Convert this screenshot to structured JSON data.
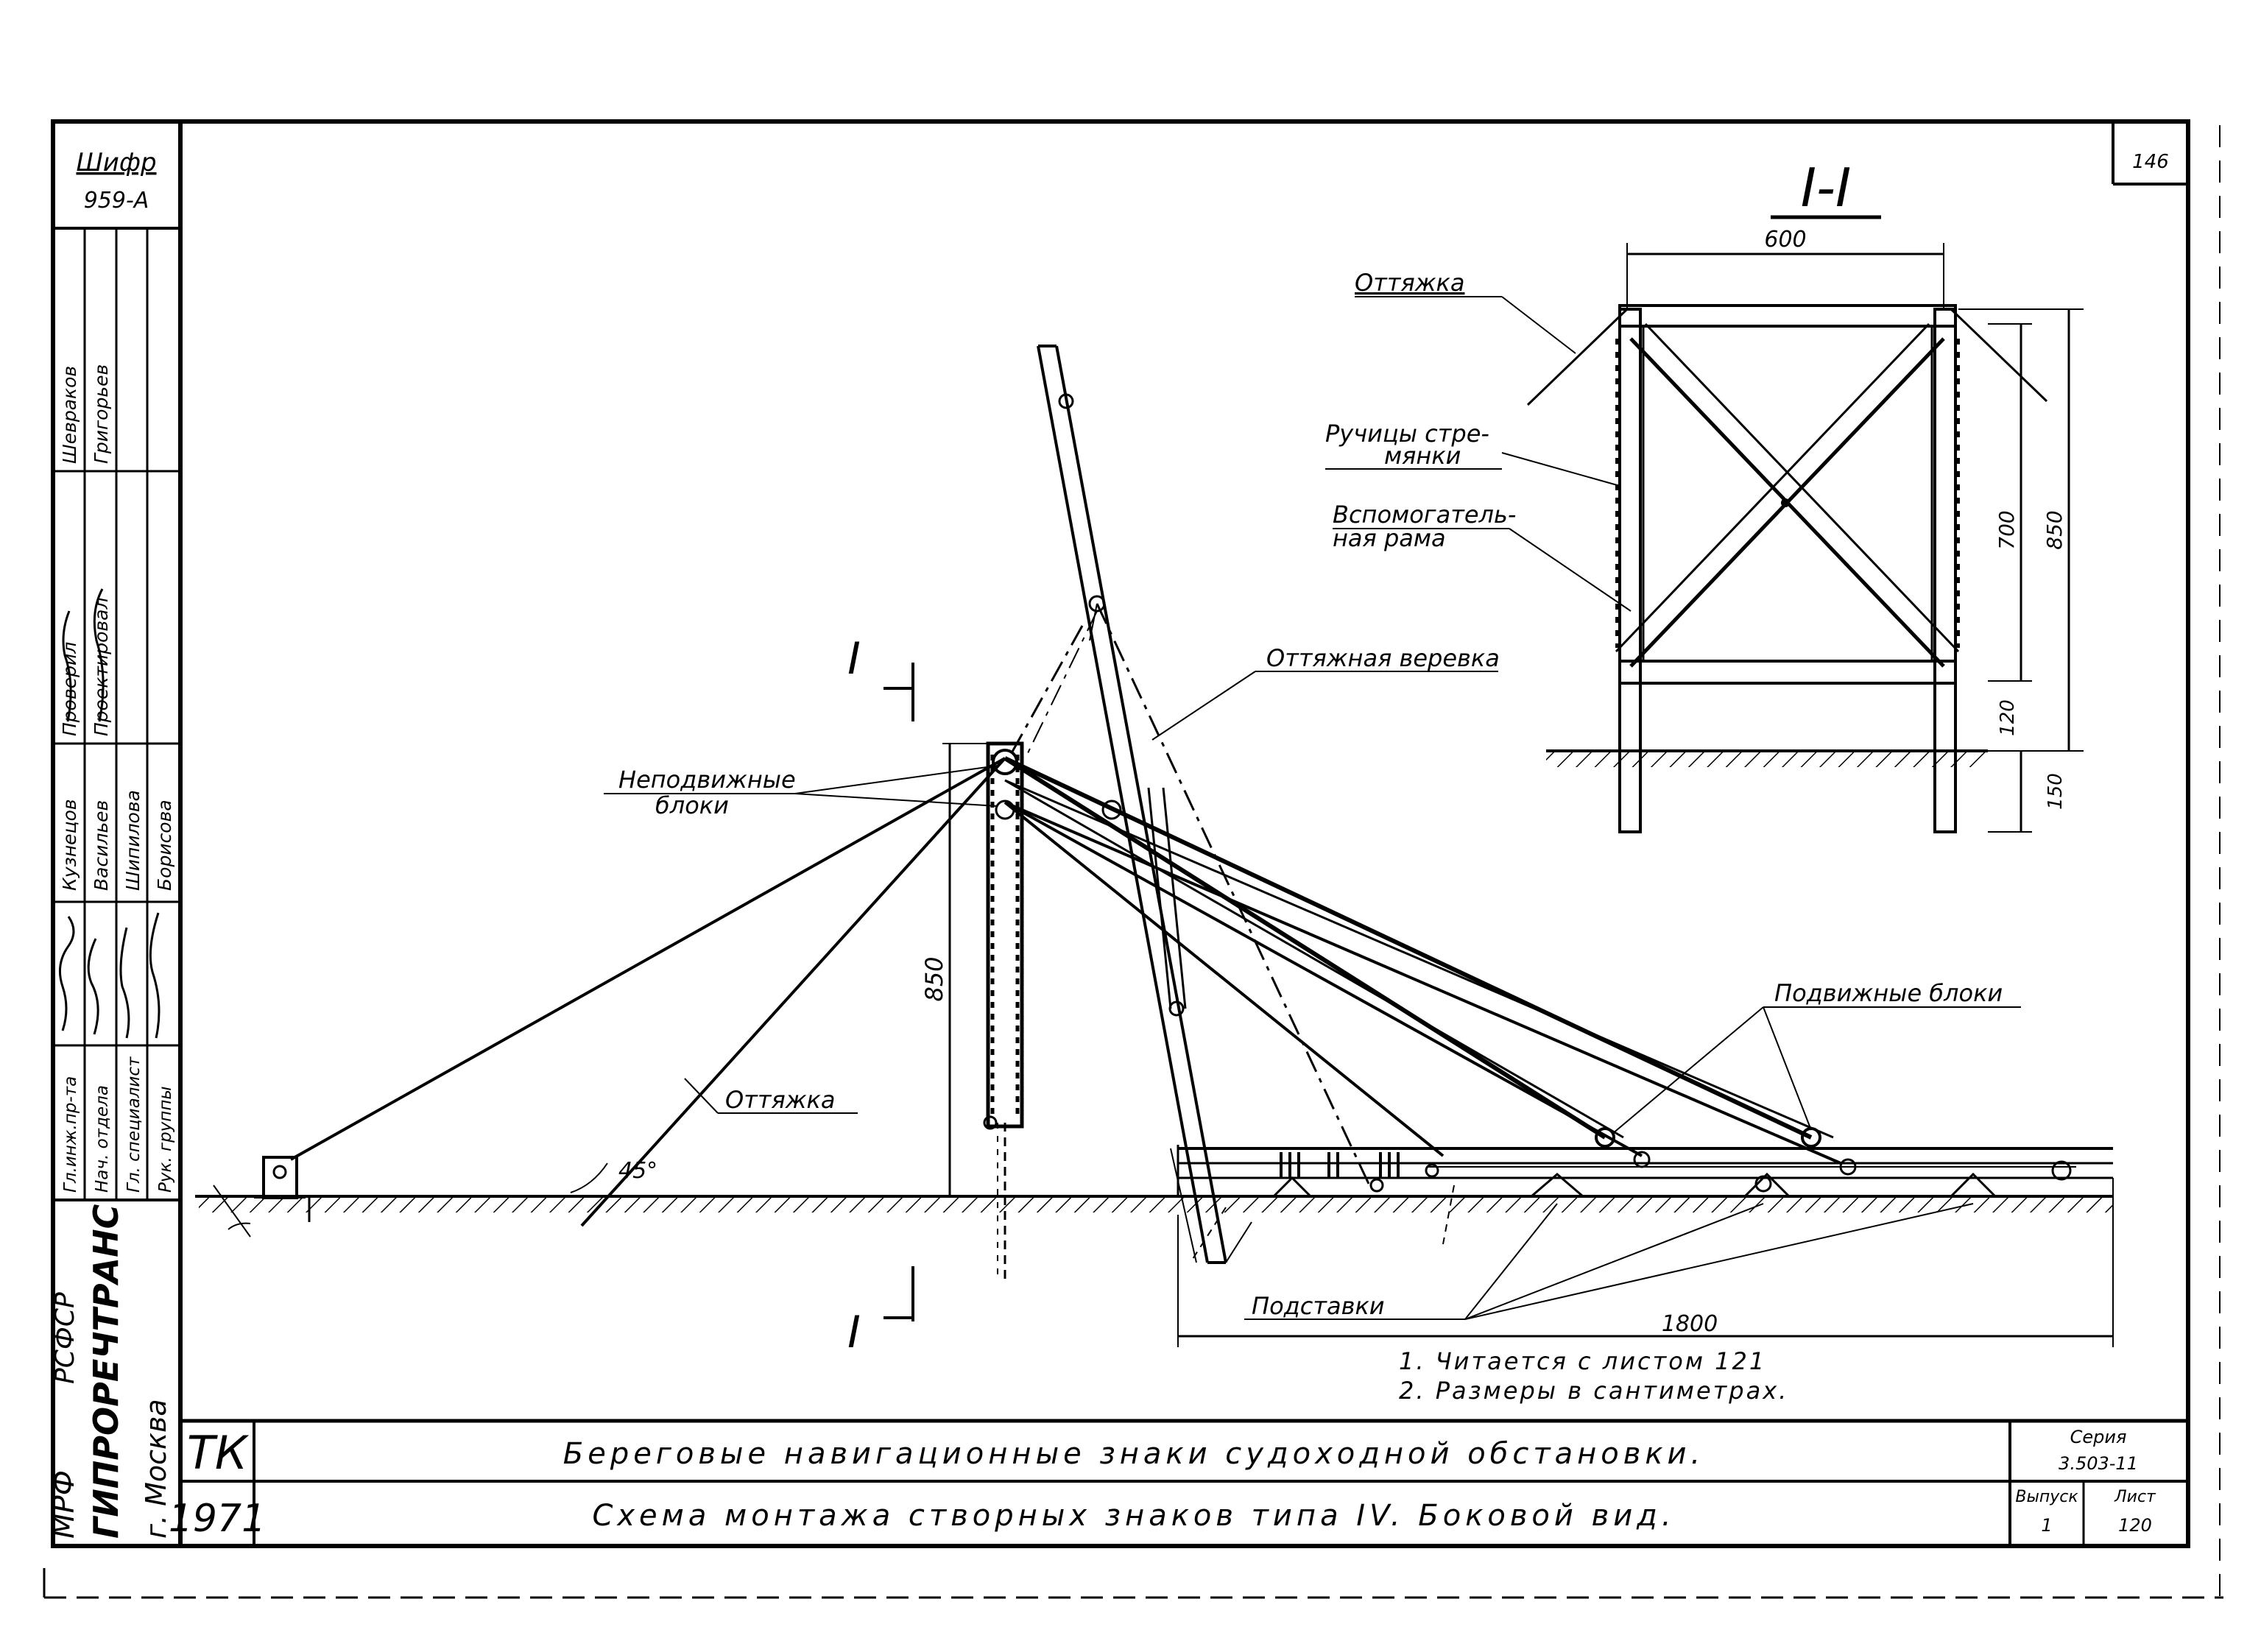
{
  "frame": {
    "cipher_label": "Шифр",
    "cipher_value": "959-А",
    "sheet_number": "146"
  },
  "org": {
    "ministry": "МРФ",
    "republic": "РСФСР",
    "institute": "ГИПРОРЕЧТРАНС",
    "city": "г. Москва"
  },
  "stamp": {
    "roles": [
      "Гл.инж.пр-та",
      "Нач. отдела",
      "Гл. специалист",
      "Рук. группы"
    ],
    "names": [
      "Кузнецов",
      "Васильев",
      "Шипилова",
      "Борисова"
    ],
    "check_roles": [
      "Проверил",
      "Проектировал"
    ],
    "check_names": [
      "Шевраков",
      "Григорьев"
    ]
  },
  "title_block": {
    "code": "ТК",
    "year": "1971",
    "line1": "Береговые навигационные знаки судоходной обстановки.",
    "line2": "Схема монтажа створных знаков типа IV. Боковой вид.",
    "series_label": "Серия",
    "series_value": "3.503-11",
    "issue_label": "Выпуск",
    "issue_value": "1",
    "sheet_label": "Лист",
    "sheet_value": "120"
  },
  "section": {
    "title": "I-I",
    "width_dim": "600",
    "inner_height_dim": "700",
    "total_height_dim": "850",
    "lower_dim": "120",
    "base_dim": "150",
    "label_guy": "Оттяжка",
    "label_handles_1": "Ручицы стре-",
    "label_handles_2": "мянки",
    "label_frame_1": "Вспомогатель-",
    "label_frame_2": "ная рама"
  },
  "side_view": {
    "cut_mark": "I",
    "height_dim": "850",
    "length_dim": "1800",
    "angle": "45°",
    "label_fixed_1": "Неподвижные",
    "label_fixed_2": "блоки",
    "label_rope": "Оттяжная веревка",
    "label_guy": "Оттяжка",
    "label_movable": "Подвижные блоки",
    "label_supports": "Подставки"
  },
  "notes": [
    "1. Читается с листом 121",
    "2. Размеры в сантиметрах."
  ]
}
